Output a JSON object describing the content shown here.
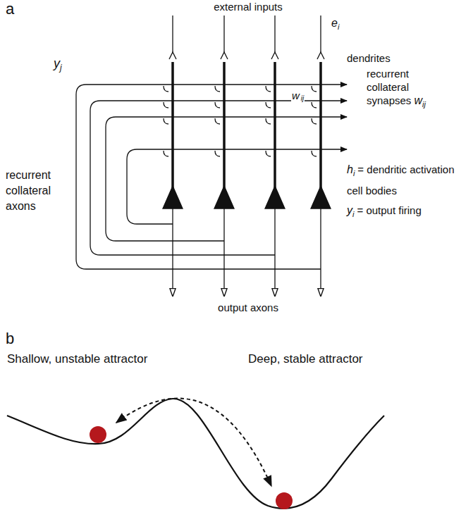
{
  "diagram": {
    "labels": [
      "a",
      "external inputs",
      "e",
      "i",
      "dendrites",
      "recurrent",
      "collateral",
      "synapses",
      "w",
      "ij",
      "y",
      "j",
      "w",
      "ij",
      "recurrent",
      "collateral",
      "axons",
      "h",
      "i",
      "= dendritic activation",
      "cell bodies",
      "y",
      "i",
      "= output firing",
      "output axons",
      "b",
      "Shallow, unstable attractor",
      "Deep, stable attractor"
    ]
  }
}
